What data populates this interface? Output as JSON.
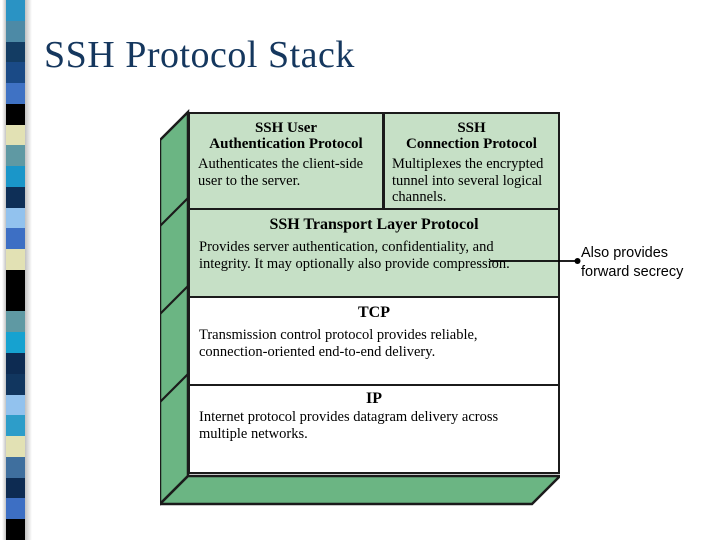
{
  "slide": {
    "title": "SSH Protocol Stack",
    "title_color": "#15375e",
    "background": "#ffffff"
  },
  "decor": {
    "stripe_name": "left-color-stripe",
    "colors": [
      "#2a93c4",
      "#4d8aa6",
      "#133c63",
      "#1a4a86",
      "#3f72c4",
      "#000000",
      "#e2e1b4",
      "#5f99a3",
      "#1a96c9",
      "#0e2f57",
      "#92c2ee",
      "#3d6fc4",
      "#e2e1b4",
      "#000000",
      "#000000",
      "#5f99a3",
      "#16a2d0",
      "#0d2b52",
      "#11365f",
      "#92c2ee",
      "#2d9dc9",
      "#e2e1b4",
      "#3f6f9e",
      "#0d2b52",
      "#3d6fc4",
      "#000000"
    ]
  },
  "diagram": {
    "name": "ssh-protocol-stack",
    "fill_light_green": "#c6e0c6",
    "fill_white": "#ffffff",
    "side_green": "#6bb583",
    "outline": "#1b1b1b",
    "layers": [
      {
        "id": "ssh-user-authentication-protocol",
        "title_line1": "SSH User",
        "title_line2": "Authentication Protocol",
        "body": "Authenticates the client-side user to the server."
      },
      {
        "id": "ssh-connection-protocol",
        "title_line1": "SSH",
        "title_line2": "Connection Protocol",
        "body": "Multiplexes the encrypted tunnel into several logical channels."
      },
      {
        "id": "ssh-transport-layer-protocol",
        "title_line1": "SSH Transport Layer Protocol",
        "title_line2": "",
        "body": "Provides server authentication, confidentiality, and integrity. It may optionally also provide compression."
      },
      {
        "id": "tcp",
        "title_line1": "TCP",
        "title_line2": "",
        "body": "Transmission control protocol provides reliable, connection-oriented end-to-end delivery."
      },
      {
        "id": "ip",
        "title_line1": "IP",
        "title_line2": "",
        "body": "Internet protocol provides datagram delivery across multiple networks."
      }
    ]
  },
  "callout": {
    "name": "forward-secrecy-callout",
    "line1": "Also provides",
    "line2": "forward secrecy",
    "points_to": "ssh-transport-layer-protocol"
  }
}
